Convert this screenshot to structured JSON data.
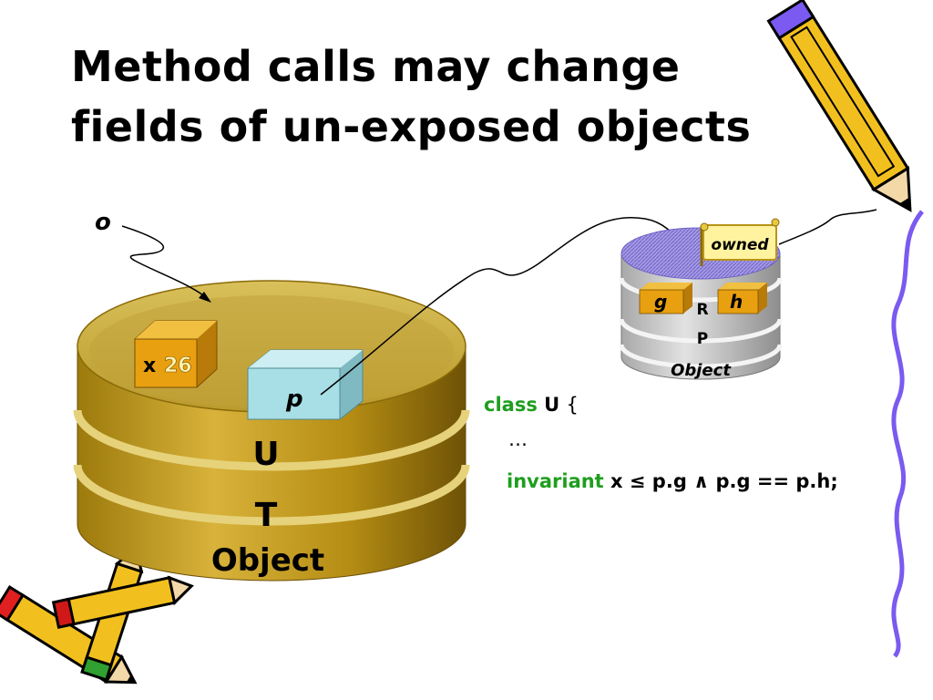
{
  "title": {
    "line1": "Method calls may change",
    "line2": "fields of un-exposed objects"
  },
  "object_o": {
    "label": "o",
    "layers": [
      "U",
      "T",
      "Object"
    ],
    "field_x": {
      "name": "x",
      "value": "26"
    },
    "field_p": {
      "name": "p"
    }
  },
  "object_p": {
    "layers": [
      "R",
      "P",
      "Object"
    ],
    "field_g": "g",
    "field_h": "h",
    "flag": "owned"
  },
  "code": {
    "class_kw": "class",
    "class_name": "U",
    "brace": "{",
    "ellipsis": "…",
    "invariant_kw": "invariant",
    "invariant_expr": "x ≤ p.g ∧ p.g == p.h;"
  },
  "colors": {
    "gold": "#c9a21c",
    "gold_dark": "#8a6a08",
    "box_orange": "#e8a010",
    "box_blue": "#a8dfe6",
    "gray": "#c8c8c8",
    "purple": "#8a7fd6",
    "keyword_green": "#1e9e1e",
    "squiggle": "#7a5af0"
  }
}
